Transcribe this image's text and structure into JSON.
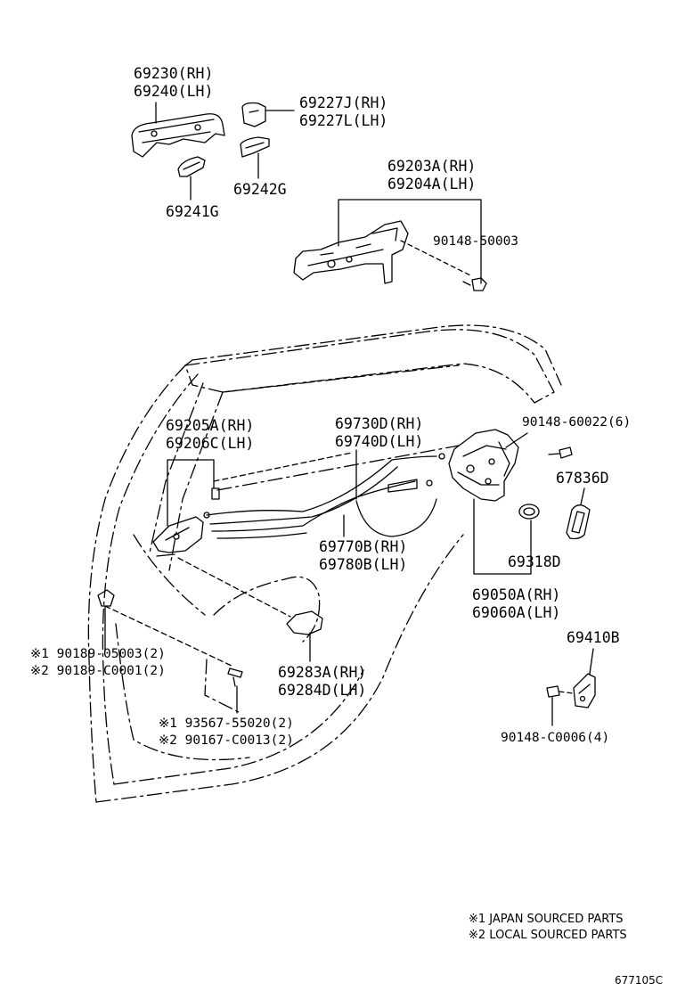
{
  "labels": {
    "handle_outer": [
      "69230(RH)",
      "69240(LH)"
    ],
    "cap": [
      "69227J(RH)",
      "69227L(LH)"
    ],
    "pad_a": "69242G",
    "pad_b": "69241G",
    "frame": [
      "69203A(RH)",
      "69204A(LH)"
    ],
    "frame_bolt": "90148-50003",
    "inner_handle": [
      "69205A(RH)",
      "69206C(LH)"
    ],
    "cable_a": [
      "69730D(RH)",
      "69740D(LH)"
    ],
    "screw_6": "90148-60022(6)",
    "cover": "67836D",
    "cable_b": [
      "69770B(RH)",
      "69780B(LH)"
    ],
    "seal": "69318D",
    "lock": [
      "69050A(RH)",
      "69060A(LH)"
    ],
    "striker": "69410B",
    "clip": [
      "※1 90189-05003(2)",
      "※2 90189-C0001(2)"
    ],
    "bezel": [
      "69283A(RH)",
      "69284D(LH)"
    ],
    "screw_2": [
      "※1 93567-55020(2)",
      "※2 90167-C0013(2)"
    ],
    "striker_screw": "90148-C0006(4)"
  },
  "notes": [
    "※1 JAPAN SOURCED PARTS",
    "※2 LOCAL SOURCED PARTS"
  ],
  "diagram_code": "677105C"
}
